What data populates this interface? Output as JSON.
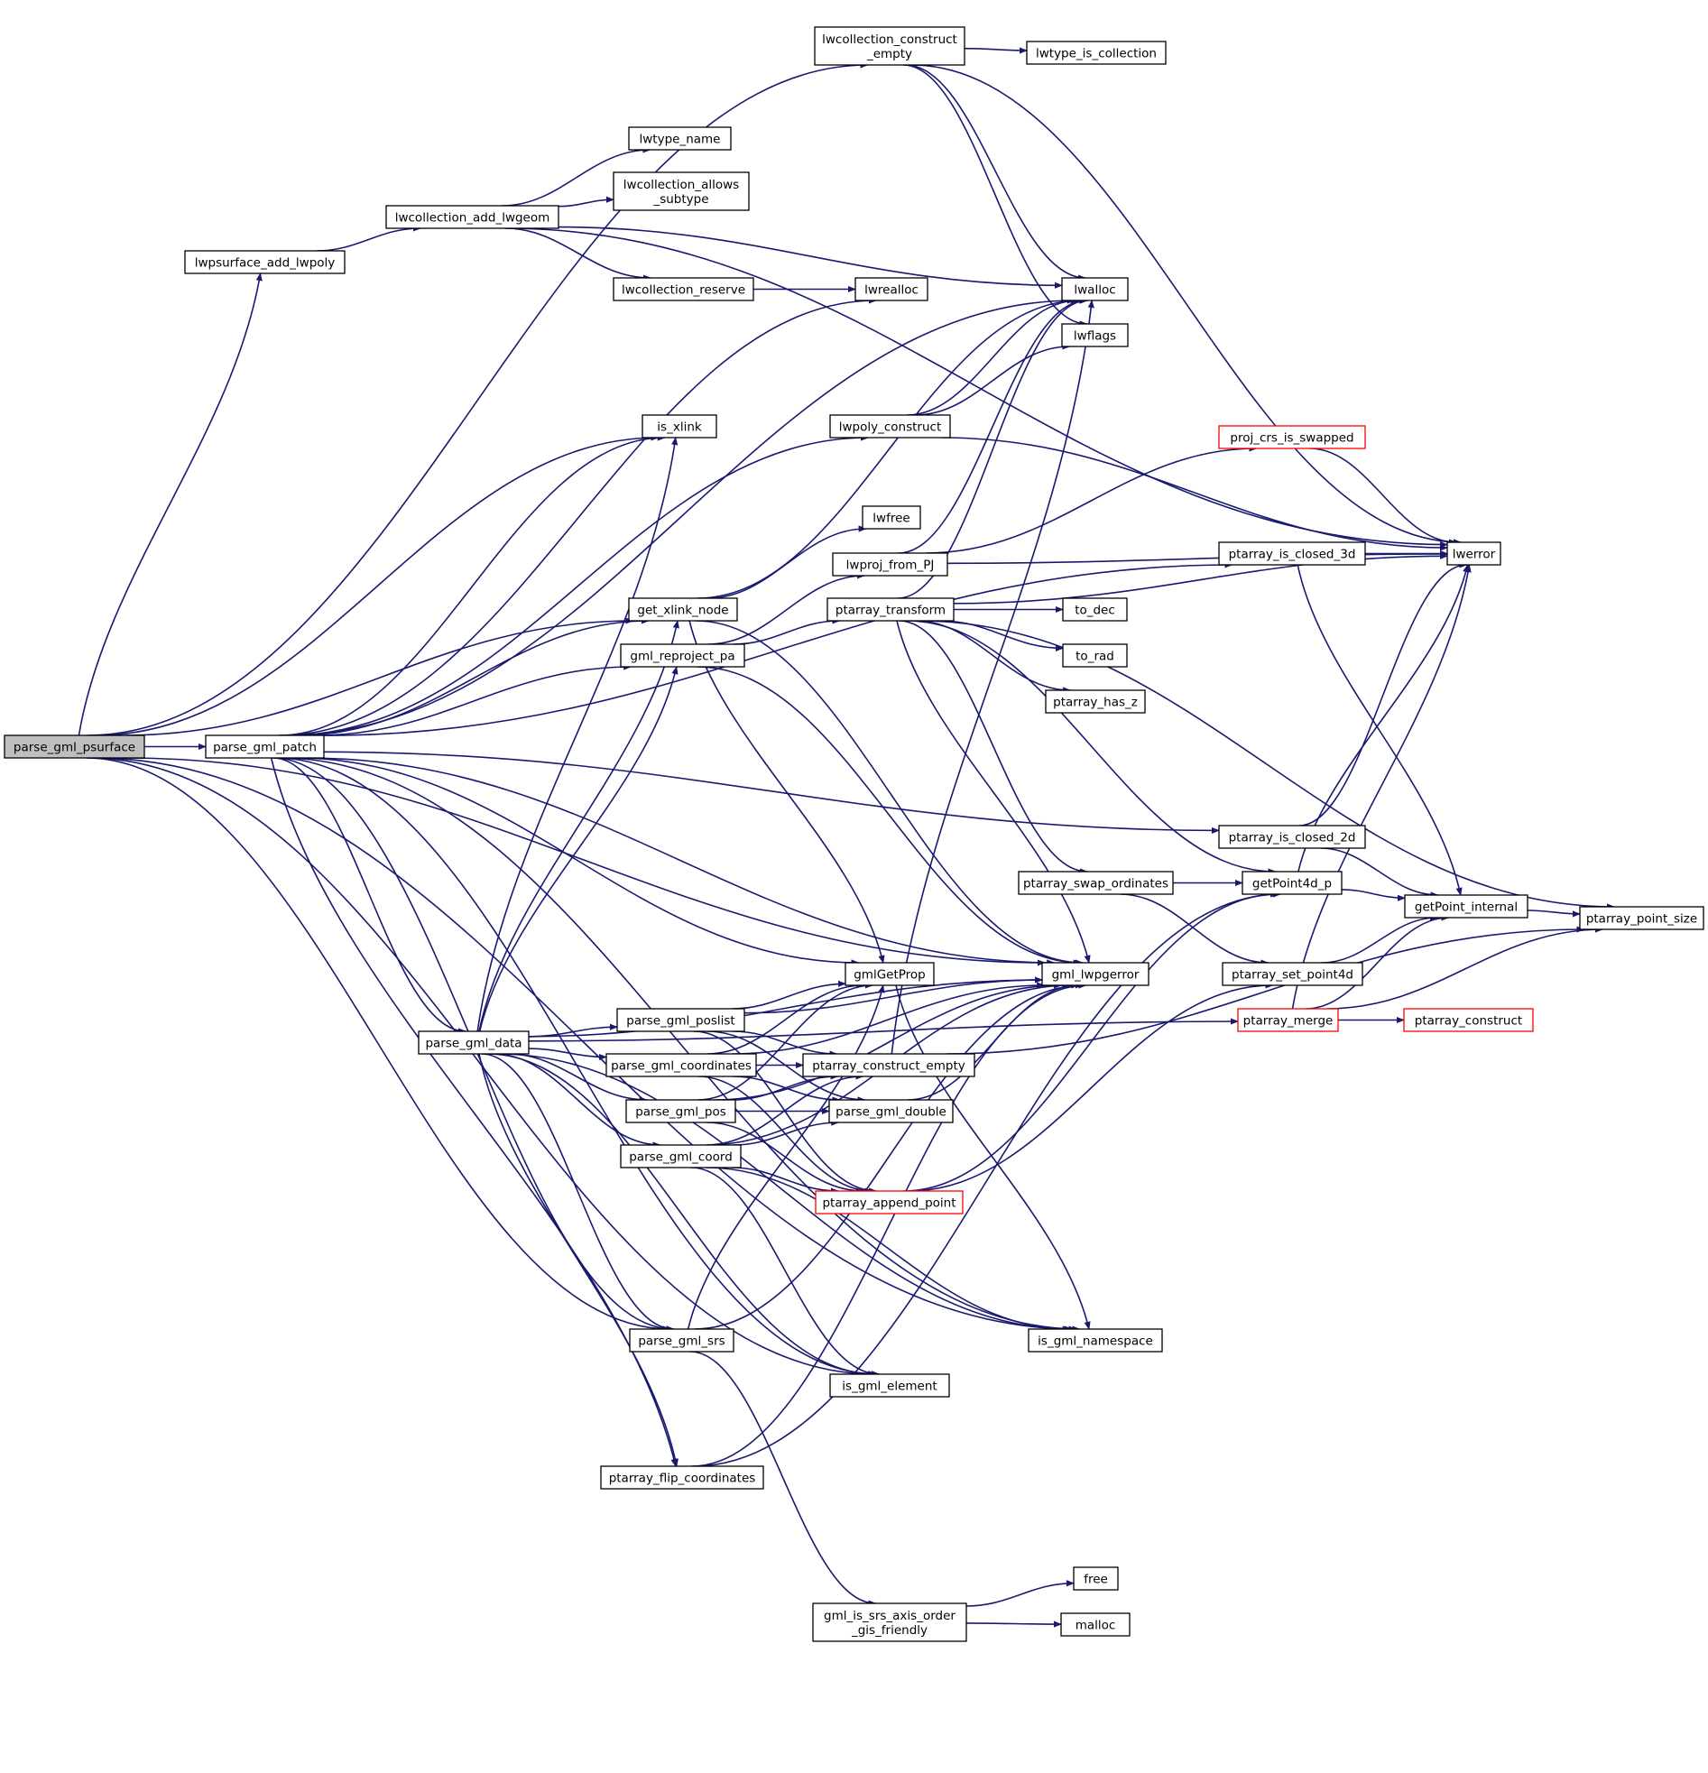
{
  "graph": {
    "title": "",
    "edge_color": "#191970",
    "root_fill": "#bfbfbf",
    "truncated_node_border": "#ff0000",
    "nodes": [
      {
        "id": "parse_gml_psurface",
        "lines": [
          "parse_gml_psurface"
        ],
        "root": true
      },
      {
        "id": "parse_gml_patch",
        "lines": [
          "parse_gml_patch"
        ]
      },
      {
        "id": "lwpsurface_add_lwpoly",
        "lines": [
          "lwpsurface_add_lwpoly"
        ]
      },
      {
        "id": "lwcollection_add_lwgeom",
        "lines": [
          "lwcollection_add_lwgeom"
        ]
      },
      {
        "id": "lwcollection_construct_empty",
        "lines": [
          "lwcollection_construct",
          "_empty"
        ]
      },
      {
        "id": "lwtype_is_collection",
        "lines": [
          "lwtype_is_collection"
        ]
      },
      {
        "id": "lwtype_name",
        "lines": [
          "lwtype_name"
        ]
      },
      {
        "id": "lwcollection_allows_subtype",
        "lines": [
          "lwcollection_allows",
          "_subtype"
        ]
      },
      {
        "id": "lwcollection_reserve",
        "lines": [
          "lwcollection_reserve"
        ]
      },
      {
        "id": "lwrealloc",
        "lines": [
          "lwrealloc"
        ]
      },
      {
        "id": "lwalloc",
        "lines": [
          "lwalloc"
        ]
      },
      {
        "id": "lwflags",
        "lines": [
          "lwflags"
        ]
      },
      {
        "id": "is_xlink",
        "lines": [
          "is_xlink"
        ]
      },
      {
        "id": "lwpoly_construct",
        "lines": [
          "lwpoly_construct"
        ]
      },
      {
        "id": "proj_crs_is_swapped",
        "lines": [
          "proj_crs_is_swapped"
        ],
        "truncated": true
      },
      {
        "id": "lwfree",
        "lines": [
          "lwfree"
        ]
      },
      {
        "id": "lwproj_from_PJ",
        "lines": [
          "lwproj_from_PJ"
        ]
      },
      {
        "id": "ptarray_is_closed_3d",
        "lines": [
          "ptarray_is_closed_3d"
        ]
      },
      {
        "id": "lwerror",
        "lines": [
          "lwerror"
        ]
      },
      {
        "id": "get_xlink_node",
        "lines": [
          "get_xlink_node"
        ]
      },
      {
        "id": "ptarray_transform",
        "lines": [
          "ptarray_transform"
        ]
      },
      {
        "id": "to_dec",
        "lines": [
          "to_dec"
        ]
      },
      {
        "id": "gml_reproject_pa",
        "lines": [
          "gml_reproject_pa"
        ]
      },
      {
        "id": "to_rad",
        "lines": [
          "to_rad"
        ]
      },
      {
        "id": "ptarray_has_z",
        "lines": [
          "ptarray_has_z"
        ]
      },
      {
        "id": "ptarray_is_closed_2d",
        "lines": [
          "ptarray_is_closed_2d"
        ]
      },
      {
        "id": "ptarray_swap_ordinates",
        "lines": [
          "ptarray_swap_ordinates"
        ]
      },
      {
        "id": "getPoint4d_p",
        "lines": [
          "getPoint4d_p"
        ]
      },
      {
        "id": "getPoint_internal",
        "lines": [
          "getPoint_internal"
        ]
      },
      {
        "id": "ptarray_point_size",
        "lines": [
          "ptarray_point_size"
        ]
      },
      {
        "id": "gmlGetProp",
        "lines": [
          "gmlGetProp"
        ]
      },
      {
        "id": "gml_lwpgerror",
        "lines": [
          "gml_lwpgerror"
        ]
      },
      {
        "id": "ptarray_set_point4d",
        "lines": [
          "ptarray_set_point4d"
        ]
      },
      {
        "id": "parse_gml_poslist",
        "lines": [
          "parse_gml_poslist"
        ]
      },
      {
        "id": "ptarray_merge",
        "lines": [
          "ptarray_merge"
        ],
        "truncated": true
      },
      {
        "id": "ptarray_construct",
        "lines": [
          "ptarray_construct"
        ],
        "truncated": true
      },
      {
        "id": "parse_gml_data",
        "lines": [
          "parse_gml_data"
        ]
      },
      {
        "id": "parse_gml_coordinates",
        "lines": [
          "parse_gml_coordinates"
        ]
      },
      {
        "id": "ptarray_construct_empty",
        "lines": [
          "ptarray_construct_empty"
        ]
      },
      {
        "id": "parse_gml_pos",
        "lines": [
          "parse_gml_pos"
        ]
      },
      {
        "id": "parse_gml_double",
        "lines": [
          "parse_gml_double"
        ]
      },
      {
        "id": "parse_gml_coord",
        "lines": [
          "parse_gml_coord"
        ]
      },
      {
        "id": "ptarray_append_point",
        "lines": [
          "ptarray_append_point"
        ],
        "truncated": true
      },
      {
        "id": "parse_gml_srs",
        "lines": [
          "parse_gml_srs"
        ]
      },
      {
        "id": "is_gml_namespace",
        "lines": [
          "is_gml_namespace"
        ]
      },
      {
        "id": "is_gml_element",
        "lines": [
          "is_gml_element"
        ]
      },
      {
        "id": "ptarray_flip_coordinates",
        "lines": [
          "ptarray_flip_coordinates"
        ]
      },
      {
        "id": "free",
        "lines": [
          "free"
        ]
      },
      {
        "id": "gml_is_srs_axis_order_gis_friendly",
        "lines": [
          "gml_is_srs_axis_order",
          "_gis_friendly"
        ]
      },
      {
        "id": "malloc",
        "lines": [
          "malloc"
        ]
      }
    ],
    "edges": [
      [
        "parse_gml_psurface",
        "parse_gml_patch"
      ],
      [
        "parse_gml_psurface",
        "lwpsurface_add_lwpoly"
      ],
      [
        "parse_gml_psurface",
        "lwcollection_construct_empty"
      ],
      [
        "parse_gml_psurface",
        "is_xlink"
      ],
      [
        "parse_gml_psurface",
        "get_xlink_node"
      ],
      [
        "parse_gml_psurface",
        "parse_gml_srs"
      ],
      [
        "parse_gml_psurface",
        "is_gml_element"
      ],
      [
        "parse_gml_psurface",
        "is_gml_namespace"
      ],
      [
        "parse_gml_psurface",
        "gml_lwpgerror"
      ],
      [
        "lwpsurface_add_lwpoly",
        "lwcollection_add_lwgeom"
      ],
      [
        "lwcollection_add_lwgeom",
        "lwtype_name"
      ],
      [
        "lwcollection_add_lwgeom",
        "lwcollection_allows_subtype"
      ],
      [
        "lwcollection_add_lwgeom",
        "lwcollection_reserve"
      ],
      [
        "lwcollection_add_lwgeom",
        "lwalloc"
      ],
      [
        "lwcollection_add_lwgeom",
        "lwerror"
      ],
      [
        "lwcollection_construct_empty",
        "lwtype_is_collection"
      ],
      [
        "lwcollection_construct_empty",
        "lwerror"
      ],
      [
        "lwcollection_construct_empty",
        "lwalloc"
      ],
      [
        "lwcollection_construct_empty",
        "lwflags"
      ],
      [
        "lwcollection_reserve",
        "lwrealloc"
      ],
      [
        "lwpoly_construct",
        "lwalloc"
      ],
      [
        "lwpoly_construct",
        "lwflags"
      ],
      [
        "lwpoly_construct",
        "lwerror"
      ],
      [
        "proj_crs_is_swapped",
        "lwerror"
      ],
      [
        "lwproj_from_PJ",
        "proj_crs_is_swapped"
      ],
      [
        "lwproj_from_PJ",
        "lwalloc"
      ],
      [
        "lwproj_from_PJ",
        "lwerror"
      ],
      [
        "ptarray_is_closed_3d",
        "lwerror"
      ],
      [
        "ptarray_is_closed_3d",
        "getPoint_internal"
      ],
      [
        "get_xlink_node",
        "lwfree"
      ],
      [
        "get_xlink_node",
        "lwalloc"
      ],
      [
        "get_xlink_node",
        "gmlGetProp"
      ],
      [
        "get_xlink_node",
        "gml_lwpgerror"
      ],
      [
        "gml_reproject_pa",
        "lwproj_from_PJ"
      ],
      [
        "gml_reproject_pa",
        "ptarray_transform"
      ],
      [
        "gml_reproject_pa",
        "gml_lwpgerror"
      ],
      [
        "ptarray_transform",
        "lwerror"
      ],
      [
        "ptarray_transform",
        "to_dec"
      ],
      [
        "ptarray_transform",
        "to_rad"
      ],
      [
        "ptarray_transform",
        "ptarray_has_z"
      ],
      [
        "ptarray_transform",
        "ptarray_swap_ordinates"
      ],
      [
        "ptarray_transform",
        "getPoint4d_p"
      ],
      [
        "ptarray_transform",
        "ptarray_point_size"
      ],
      [
        "ptarray_transform",
        "lwalloc"
      ],
      [
        "ptarray_transform",
        "gml_lwpgerror"
      ],
      [
        "ptarray_is_closed_2d",
        "lwerror"
      ],
      [
        "ptarray_is_closed_2d",
        "getPoint_internal"
      ],
      [
        "ptarray_swap_ordinates",
        "getPoint4d_p"
      ],
      [
        "ptarray_swap_ordinates",
        "ptarray_set_point4d"
      ],
      [
        "getPoint4d_p",
        "lwerror"
      ],
      [
        "getPoint4d_p",
        "getPoint_internal"
      ],
      [
        "getPoint_internal",
        "ptarray_point_size"
      ],
      [
        "ptarray_set_point4d",
        "getPoint_internal"
      ],
      [
        "gmlGetProp",
        "is_gml_namespace"
      ],
      [
        "ptarray_merge",
        "ptarray_construct"
      ],
      [
        "ptarray_merge",
        "getPoint_internal"
      ],
      [
        "ptarray_merge",
        "ptarray_point_size"
      ],
      [
        "ptarray_merge",
        "lwerror"
      ],
      [
        "parse_gml_patch",
        "lwalloc"
      ],
      [
        "parse_gml_patch",
        "lwrealloc"
      ],
      [
        "parse_gml_patch",
        "is_xlink"
      ],
      [
        "parse_gml_patch",
        "lwpoly_construct"
      ],
      [
        "parse_gml_patch",
        "ptarray_is_closed_3d"
      ],
      [
        "parse_gml_patch",
        "get_xlink_node"
      ],
      [
        "parse_gml_patch",
        "gml_reproject_pa"
      ],
      [
        "parse_gml_patch",
        "ptarray_is_closed_2d"
      ],
      [
        "parse_gml_patch",
        "gmlGetProp"
      ],
      [
        "parse_gml_patch",
        "gml_lwpgerror"
      ],
      [
        "parse_gml_patch",
        "parse_gml_data"
      ],
      [
        "parse_gml_patch",
        "parse_gml_srs"
      ],
      [
        "parse_gml_patch",
        "is_gml_element"
      ],
      [
        "parse_gml_patch",
        "is_gml_namespace"
      ],
      [
        "parse_gml_patch",
        "ptarray_flip_coordinates"
      ],
      [
        "parse_gml_data",
        "is_xlink"
      ],
      [
        "parse_gml_data",
        "get_xlink_node"
      ],
      [
        "parse_gml_data",
        "gml_reproject_pa"
      ],
      [
        "parse_gml_data",
        "gml_lwpgerror"
      ],
      [
        "parse_gml_data",
        "ptarray_merge"
      ],
      [
        "parse_gml_data",
        "parse_gml_poslist"
      ],
      [
        "parse_gml_data",
        "parse_gml_coordinates"
      ],
      [
        "parse_gml_data",
        "parse_gml_pos"
      ],
      [
        "parse_gml_data",
        "parse_gml_coord"
      ],
      [
        "parse_gml_data",
        "parse_gml_srs"
      ],
      [
        "parse_gml_data",
        "is_gml_namespace"
      ],
      [
        "parse_gml_data",
        "is_gml_element"
      ],
      [
        "parse_gml_data",
        "ptarray_flip_coordinates"
      ],
      [
        "parse_gml_poslist",
        "gmlGetProp"
      ],
      [
        "parse_gml_poslist",
        "ptarray_construct_empty"
      ],
      [
        "parse_gml_poslist",
        "parse_gml_double"
      ],
      [
        "parse_gml_poslist",
        "ptarray_append_point"
      ],
      [
        "parse_gml_poslist",
        "gml_lwpgerror"
      ],
      [
        "parse_gml_coordinates",
        "gmlGetProp"
      ],
      [
        "parse_gml_coordinates",
        "ptarray_construct_empty"
      ],
      [
        "parse_gml_coordinates",
        "parse_gml_double"
      ],
      [
        "parse_gml_coordinates",
        "ptarray_append_point"
      ],
      [
        "parse_gml_coordinates",
        "gml_lwpgerror"
      ],
      [
        "parse_gml_pos",
        "gmlGetProp"
      ],
      [
        "parse_gml_pos",
        "ptarray_construct_empty"
      ],
      [
        "parse_gml_pos",
        "parse_gml_double"
      ],
      [
        "parse_gml_pos",
        "ptarray_append_point"
      ],
      [
        "parse_gml_pos",
        "gml_lwpgerror"
      ],
      [
        "parse_gml_coord",
        "ptarray_construct_empty"
      ],
      [
        "parse_gml_coord",
        "parse_gml_double"
      ],
      [
        "parse_gml_coord",
        "ptarray_append_point"
      ],
      [
        "parse_gml_coord",
        "is_gml_namespace"
      ],
      [
        "parse_gml_coord",
        "is_gml_element"
      ],
      [
        "parse_gml_coord",
        "gml_lwpgerror"
      ],
      [
        "ptarray_construct_empty",
        "lwalloc"
      ],
      [
        "ptarray_construct_empty",
        "ptarray_point_size"
      ],
      [
        "parse_gml_double",
        "gml_lwpgerror"
      ],
      [
        "ptarray_append_point",
        "ptarray_set_point4d"
      ],
      [
        "ptarray_append_point",
        "getPoint4d_p"
      ],
      [
        "parse_gml_srs",
        "gmlGetProp"
      ],
      [
        "parse_gml_srs",
        "gml_is_srs_axis_order_gis_friendly"
      ],
      [
        "parse_gml_srs",
        "gml_lwpgerror"
      ],
      [
        "ptarray_flip_coordinates",
        "gml_lwpgerror"
      ],
      [
        "ptarray_flip_coordinates",
        "getPoint4d_p"
      ],
      [
        "gml_is_srs_axis_order_gis_friendly",
        "free"
      ],
      [
        "gml_is_srs_axis_order_gis_friendly",
        "malloc"
      ]
    ]
  }
}
